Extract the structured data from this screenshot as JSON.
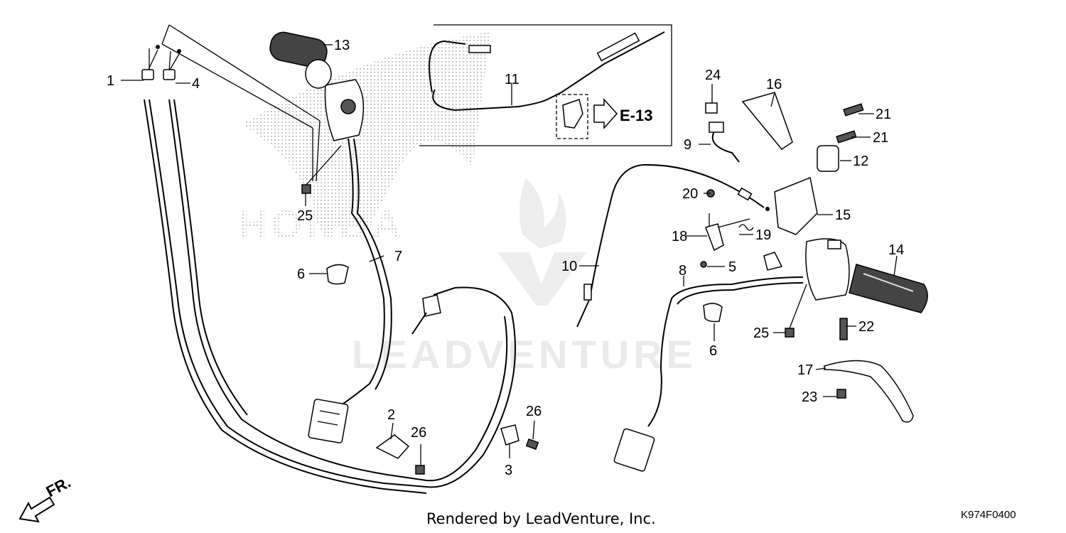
{
  "watermark": {
    "brand": "LEADVENTURE",
    "logo_text": "HONDA"
  },
  "reference": {
    "label": "E-13"
  },
  "direction": {
    "label": "FR."
  },
  "footer": {
    "rendered_by": "Rendered by LeadVenture, Inc.",
    "diagram_code": "K974F0400"
  },
  "callouts": {
    "c1": "1",
    "c2": "2",
    "c3": "3",
    "c4": "4",
    "c5": "5",
    "c6a": "6",
    "c6b": "6",
    "c7": "7",
    "c8": "8",
    "c9": "9",
    "c10": "10",
    "c11": "11",
    "c12": "12",
    "c13": "13",
    "c14": "14",
    "c15": "15",
    "c16": "16",
    "c17": "17",
    "c18": "18",
    "c19": "19",
    "c20": "20",
    "c21a": "21",
    "c21b": "21",
    "c22": "22",
    "c23": "23",
    "c24": "24",
    "c25a": "25",
    "c25b": "25",
    "c26a": "26",
    "c26b": "26"
  }
}
